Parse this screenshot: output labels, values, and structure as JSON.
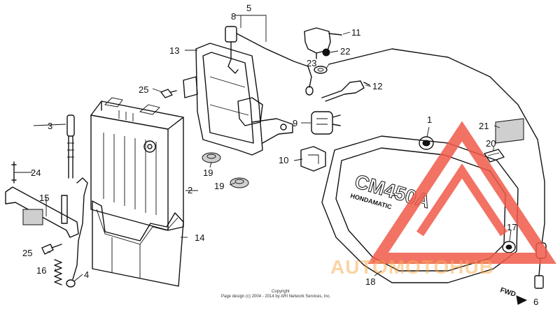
{
  "callouts": {
    "c1": "1",
    "c2": "2",
    "c3": "3",
    "c4": "4",
    "c5": "5",
    "c6": "6",
    "c8": "8",
    "c9": "9",
    "c10": "10",
    "c11": "11",
    "c12": "12",
    "c13": "13",
    "c14": "14",
    "c15": "15",
    "c16": "16",
    "c17": "17",
    "c18": "18",
    "c19a": "19",
    "c19b": "19",
    "c20": "20",
    "c21": "21",
    "c22": "22",
    "c23": "23",
    "c24": "24",
    "c25a": "25",
    "c25b": "25"
  },
  "cover_emblem": "CM450A",
  "cover_subtext": "HONDAMATIC",
  "fwd_label": "FWD",
  "copyright": {
    "line1": "Copyright",
    "line2": "Page design (c) 2004 - 2014 by ARI Network Services, Inc."
  },
  "watermark": {
    "text": "AUTOMOTOHUB",
    "color": "#f05a4a"
  }
}
